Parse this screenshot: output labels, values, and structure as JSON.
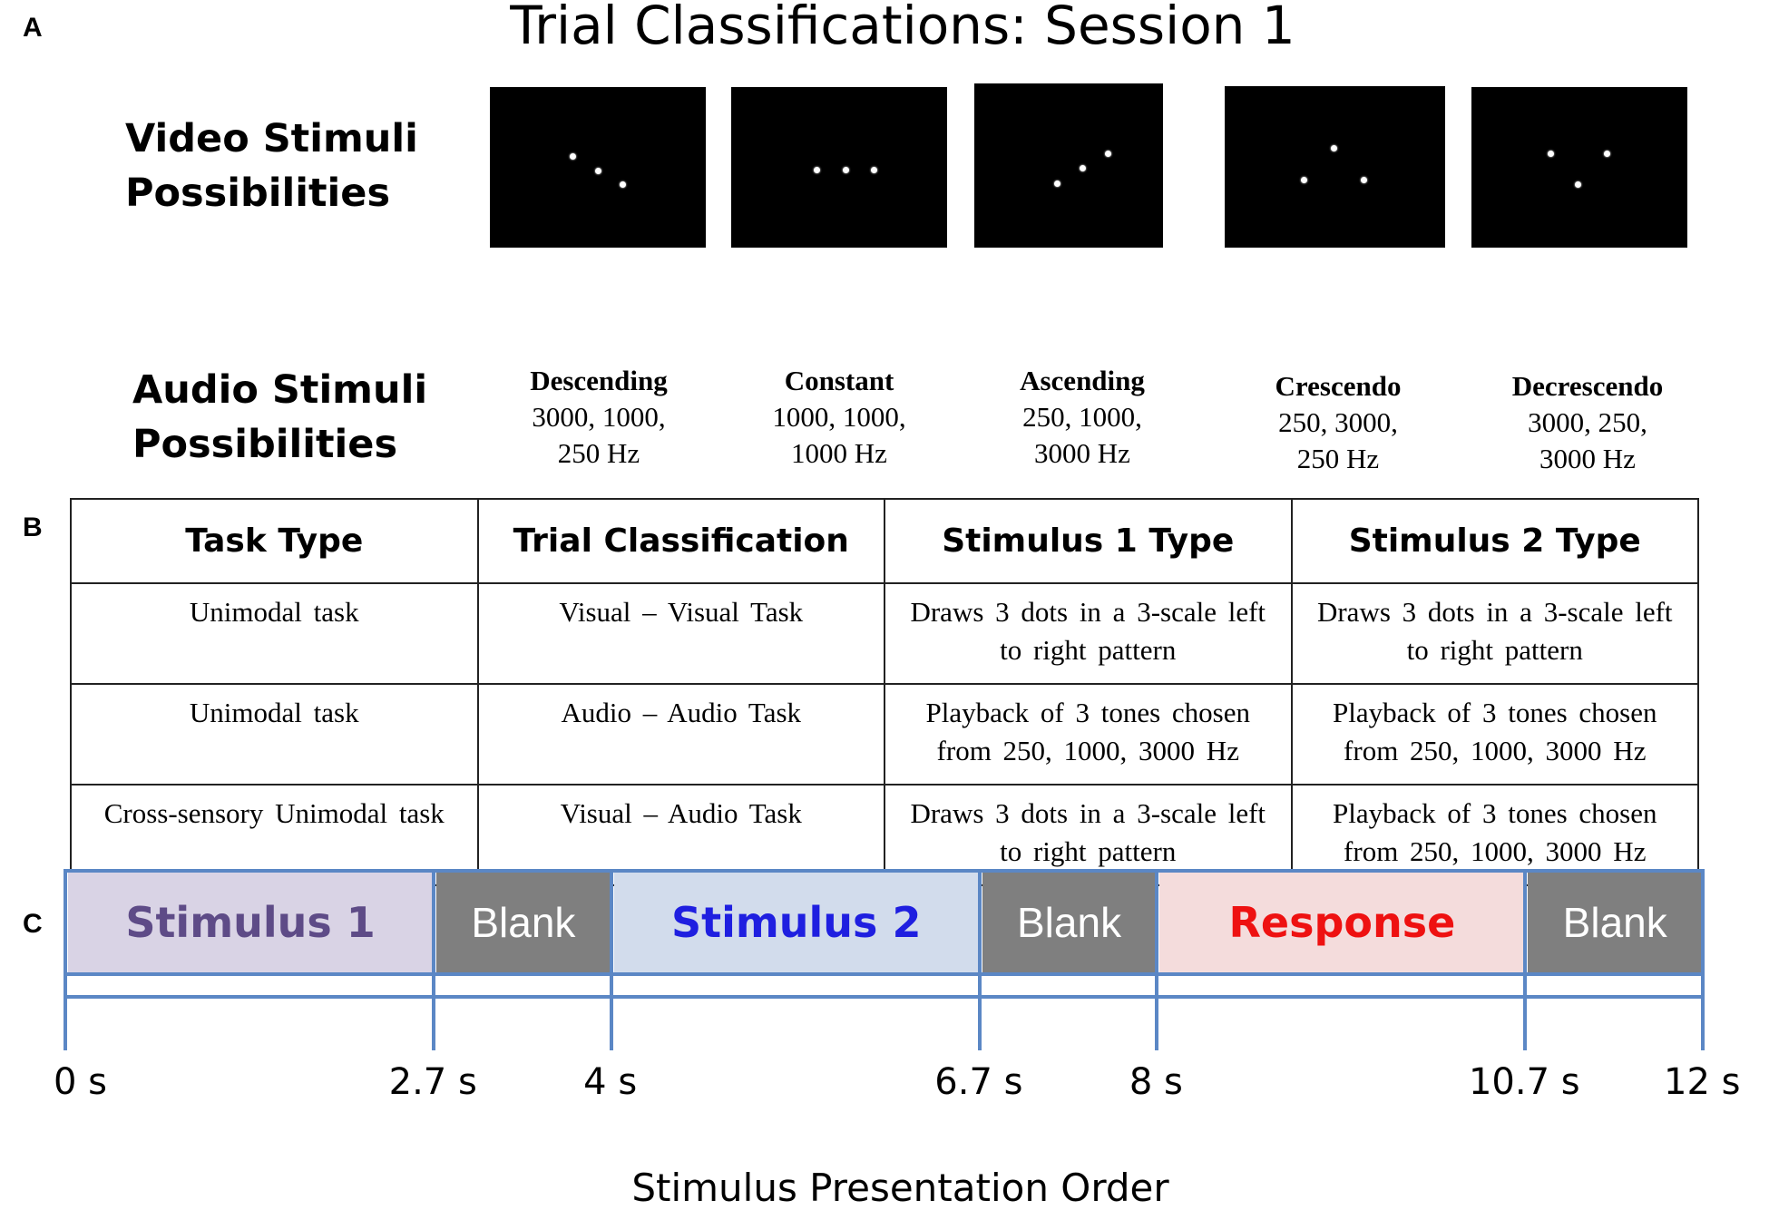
{
  "panels": {
    "a": "A",
    "b": "B",
    "c": "C"
  },
  "title": "Trial Classifications: Session 1",
  "video": {
    "label_line1": "Video Stimuli",
    "label_line2": "Possibilities",
    "stimuli": [
      {
        "pattern": "descending"
      },
      {
        "pattern": "constant"
      },
      {
        "pattern": "ascending"
      },
      {
        "pattern": "crescendo"
      },
      {
        "pattern": "decrescendo"
      }
    ]
  },
  "audio": {
    "label_line1": "Audio Stimuli",
    "label_line2": "Possibilities",
    "stimuli": [
      {
        "name": "Descending",
        "line1": "3000, 1000,",
        "line2": "250 Hz"
      },
      {
        "name": "Constant",
        "line1": "1000, 1000,",
        "line2": "1000 Hz"
      },
      {
        "name": "Ascending",
        "line1": "250, 1000,",
        "line2": "3000 Hz"
      },
      {
        "name": "Crescendo",
        "line1": "250, 3000,",
        "line2": "250 Hz"
      },
      {
        "name": "Decrescendo",
        "line1": "3000, 250,",
        "line2": "3000 Hz"
      }
    ]
  },
  "table": {
    "headers": [
      "Task Type",
      "Trial Classification",
      "Stimulus 1 Type",
      "Stimulus 2 Type"
    ],
    "rows": [
      [
        {
          "l1": "Unimodal  task",
          "l2": ""
        },
        {
          "l1": "Visual  – Visual  Task",
          "l2": ""
        },
        {
          "l1": "Draws  3 dots in  a 3-scale left",
          "l2": "to right  pattern"
        },
        {
          "l1": "Draws  3 dots in  a 3-scale left",
          "l2": "to right  pattern"
        }
      ],
      [
        {
          "l1": "Unimodal  task",
          "l2": ""
        },
        {
          "l1": "Audio  – Audio  Task",
          "l2": ""
        },
        {
          "l1": "Playback  of 3 tones  chosen",
          "l2": "from  250, 1000, 3000 Hz"
        },
        {
          "l1": "Playback  of 3 tones  chosen",
          "l2": "from  250, 1000, 3000 Hz"
        }
      ],
      [
        {
          "l1": "Cross-sensory Unimodal  task",
          "l2": ""
        },
        {
          "l1": "Visual  – Audio  Task",
          "l2": ""
        },
        {
          "l1": "Draws  3 dots in  a 3-scale left",
          "l2": "to right  pattern"
        },
        {
          "l1": "Playback  of 3 tones  chosen",
          "l2": "from  250, 1000, 3000 Hz"
        }
      ]
    ]
  },
  "timeline": {
    "segments": [
      {
        "label": "Stimulus 1",
        "start": 0,
        "end": 2.7,
        "fill": "#d9d3e5",
        "text_color": "#5e4b87",
        "bold": true
      },
      {
        "label": "Blank",
        "start": 2.7,
        "end": 4,
        "fill": "#7f7f7f",
        "text_color": "#ffffff",
        "bold": false
      },
      {
        "label": "Stimulus 2",
        "start": 4,
        "end": 6.7,
        "fill": "#d2dcec",
        "text_color": "#1f1fe0",
        "bold": true
      },
      {
        "label": "Blank",
        "start": 6.7,
        "end": 8,
        "fill": "#7f7f7f",
        "text_color": "#ffffff",
        "bold": false
      },
      {
        "label": "Response",
        "start": 8,
        "end": 10.7,
        "fill": "#f4dcdc",
        "text_color": "#ee1111",
        "bold": true
      },
      {
        "label": "Blank",
        "start": 10.7,
        "end": 12,
        "fill": "#7f7f7f",
        "text_color": "#ffffff",
        "bold": false
      }
    ],
    "ticks": [
      {
        "value": 0,
        "label": "0 s"
      },
      {
        "value": 2.7,
        "label": "2.7 s"
      },
      {
        "value": 4,
        "label": "4 s"
      },
      {
        "value": 6.7,
        "label": "6.7 s"
      },
      {
        "value": 8,
        "label": "8 s"
      },
      {
        "value": 10.7,
        "label": "10.7 s"
      },
      {
        "value": 12,
        "label": "12 s"
      }
    ],
    "axis_label": "Stimulus Presentation Order",
    "line_color": "#5b87c5"
  }
}
